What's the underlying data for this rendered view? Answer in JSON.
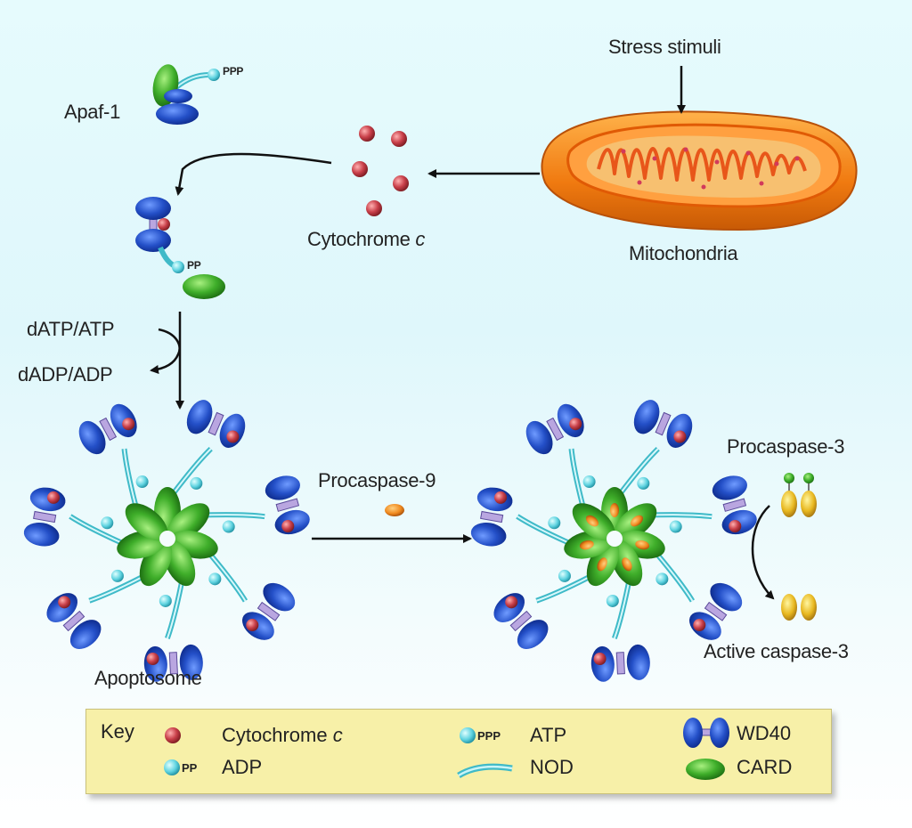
{
  "labels": {
    "stress": "Stress stimuli",
    "mitochondria": "Mitochondria",
    "cytochrome": "Cytochrome",
    "cytochrome_italic": "c",
    "apaf1": "Apaf-1",
    "datp": "dATP/ATP",
    "dadp": "dADP/ADP",
    "apoptosome": "Apoptosome",
    "procaspase9": "Procaspase-9",
    "procaspase3": "Procaspase-3",
    "active_caspase3": "Active caspase-3",
    "ppp": "PPP",
    "pp": "PP"
  },
  "key": {
    "title": "Key",
    "items": [
      {
        "id": "cytc",
        "label": "Cytochrome",
        "italic": "c"
      },
      {
        "id": "adp",
        "label": "ADP"
      },
      {
        "id": "atp",
        "label": "ATP"
      },
      {
        "id": "nod",
        "label": "NOD"
      },
      {
        "id": "wd40",
        "label": "WD40"
      },
      {
        "id": "card",
        "label": "CARD"
      }
    ]
  },
  "colors": {
    "wd40": "#2450c8",
    "card": "#3fae2a",
    "cytochrome": "#c9404a",
    "atp": "#5fd3e0",
    "mito_outer": "#f07a10",
    "procaspase": "#e8b820",
    "key_bg": "#f7f0a8"
  }
}
